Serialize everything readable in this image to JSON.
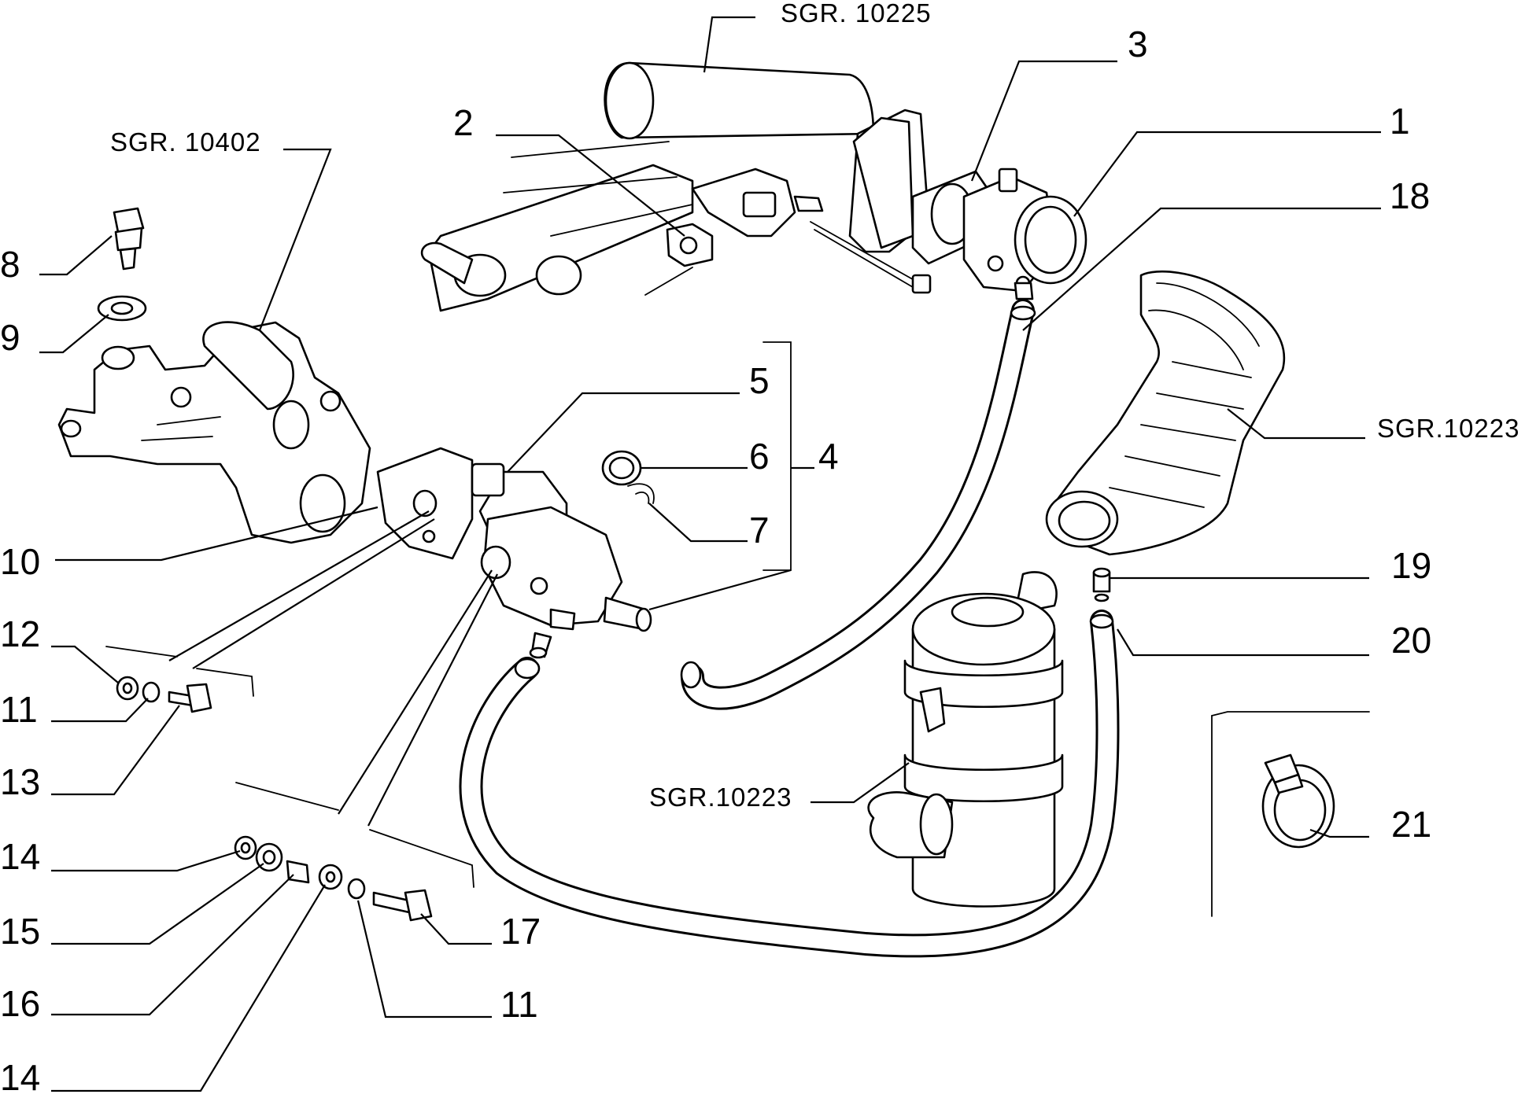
{
  "callouts": {
    "c1": "1",
    "c2": "2",
    "c3": "3",
    "c4": "4",
    "c5": "5",
    "c6": "6",
    "c7": "7",
    "c8": "8",
    "c9": "9",
    "c10": "10",
    "c11a": "11",
    "c11b": "11",
    "c12": "12",
    "c13": "13",
    "c14a": "14",
    "c14b": "14",
    "c15": "15",
    "c16": "16",
    "c17": "17",
    "c18": "18",
    "c19": "19",
    "c20": "20",
    "c21": "21"
  },
  "references": {
    "intake_manifold": "SGR. 10225",
    "water_pump": "SGR. 10402",
    "air_hose": "SGR.10223",
    "air_filter": "SGR.10223"
  }
}
